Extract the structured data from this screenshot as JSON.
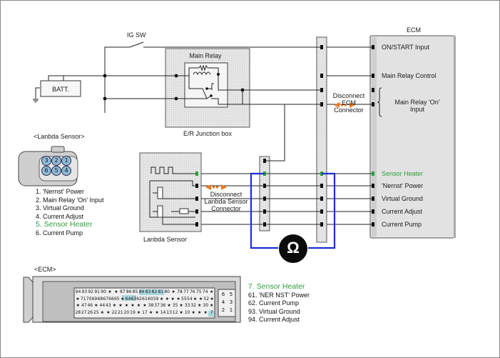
{
  "ig_sw": "IG SW",
  "batt": "BATT.",
  "main_relay": "Main Relay",
  "junction_box": "E/R Junction box",
  "ecm_title": "ECM",
  "disconnect_ecm": [
    "Disconnect",
    "ECM",
    "Connector"
  ],
  "disconnect_lambda": [
    "Disconnect",
    "Lanbda Sensor",
    "Connector"
  ],
  "lambda_sensor": "Lanbda Sensor",
  "ecm_pins": {
    "on_start": "ON/START Input",
    "main_relay_control": "Main Relay Control",
    "main_relay_on": [
      "Main Relay 'On'",
      "Input"
    ],
    "sensor_heater": "Sensor Heater",
    "nernst_power": "'Nernst' Power",
    "virtual_ground": "Virtual Ground",
    "current_adjust": "Current Adjust",
    "current_pump": "Current Pump"
  },
  "lambda_connector_title": "<Lanbda Sensor>",
  "lambda_pin_numbers": [
    "3",
    "2",
    "1",
    "6",
    "5",
    "4"
  ],
  "lambda_pin_list": [
    "1. 'Nernst' Power",
    "2. Main Relay 'On' Input",
    "3. Virtual Ground",
    "4. Current Adjust",
    "5. Sensor Heater",
    "6. Current Pump"
  ],
  "ecm_connector_title": "<ECM>",
  "ecm_pin_list": [
    "7. Sensor Heater",
    "61. 'NER NST' Power",
    "62. Current Pump",
    "93. Virtual Ground",
    "94. Current Adjust"
  ],
  "ecm_conn_row1": [
    "94",
    "93",
    "92",
    "91",
    "90",
    "★",
    "★",
    "87",
    "86",
    "85",
    "84",
    "83",
    "82",
    "81",
    "80",
    "★",
    "78",
    "77",
    "76",
    "75",
    "74",
    "★"
  ],
  "ecm_conn_row2": [
    "★",
    "71",
    "70",
    "69",
    "68",
    "67",
    "66",
    "65",
    "★",
    "64",
    "63",
    "62",
    "61",
    "60",
    "59",
    "★",
    "★",
    "★",
    "★",
    "55",
    "54",
    "★",
    "★",
    "52",
    "★"
  ],
  "ecm_conn_row3": [
    "★",
    "47",
    "46",
    "★",
    "44",
    "43",
    "★",
    "★",
    "★",
    "★",
    "★",
    "★",
    "38",
    "37",
    "36",
    "★",
    "35",
    "★",
    "33",
    "32",
    "★",
    "30",
    "★"
  ],
  "ecm_conn_row4": [
    "28",
    "27",
    "26",
    "25",
    "★",
    "★",
    "22",
    "21",
    "20",
    "19",
    "★",
    "17",
    "★",
    "★",
    "14",
    "13",
    "12",
    "★",
    "10",
    "★",
    "★",
    "★",
    "7"
  ],
  "ecm_small_block": [
    "6",
    "5",
    "4",
    "3",
    "2",
    "1"
  ],
  "ohm_symbol": "Ω",
  "colors": {
    "accent_orange": "#f07a1e",
    "blue_loop": "#1a2fd0",
    "heater_green": "#2e9e3a",
    "box_fill": "#e2e2e2"
  }
}
